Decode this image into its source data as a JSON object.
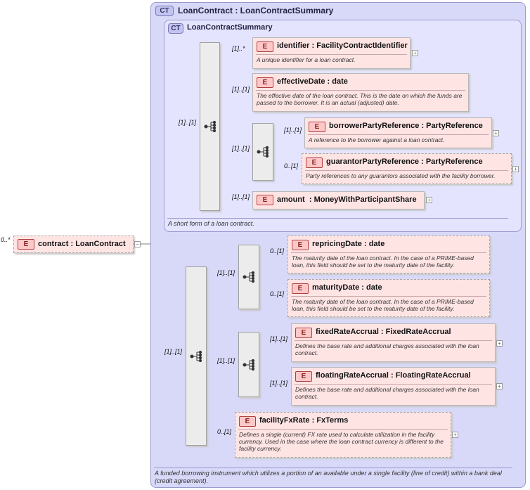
{
  "outer_type": {
    "badge": "CT",
    "title": "LoanContract : LoanContractSummary",
    "description": "A funded borrowing instrument which utilizes a portion of an available under a single facility (line of credit) within a bank deal (credit agreement)."
  },
  "inner_type": {
    "badge": "CT",
    "title": "LoanContractSummary",
    "description": "A short form of a loan contract."
  },
  "root": {
    "badge": "E",
    "name": "contract",
    "type": "LoanContract",
    "cardinality": "0..*"
  },
  "elements": {
    "identifier": {
      "badge": "E",
      "name": "identifier",
      "type": "FacilityContractIdentifier",
      "cardinality": "[1]..*",
      "description": "A unique identifier for a loan contract."
    },
    "effectiveDate": {
      "badge": "E",
      "name": "effectiveDate",
      "type": "date",
      "cardinality": "[1]..[1]",
      "description": "The effective date of the loan contract. This is the date on which the funds are passed to the borrower. It is an actual (adjusted) date."
    },
    "borrowerPartyReference": {
      "badge": "E",
      "name": "borrowerPartyReference",
      "type": "PartyReference",
      "cardinality": "[1]..[1]",
      "description": "A reference to the borrower against a loan contract."
    },
    "guarantorPartyReference": {
      "badge": "E",
      "name": "guarantorPartyReference",
      "type": "PartyReference",
      "cardinality": "0..[1]",
      "description": "Party references to any guarantors associated with the facility borrower."
    },
    "amount": {
      "badge": "E",
      "name": "amount",
      "type": "MoneyWithParticipantShare",
      "cardinality": "[1]..[1]",
      "description": ""
    },
    "repricingDate": {
      "badge": "E",
      "name": "repricingDate",
      "type": "date",
      "cardinality": "0..[1]",
      "description": "The maturity date of the loan contract. In the case of a PRIME-based loan, this field should be set to the maturity date of the facility."
    },
    "maturityDate": {
      "badge": "E",
      "name": "maturityDate",
      "type": "date",
      "cardinality": "0..[1]",
      "description": "The maturity date of the loan contract. In the case of a PRIME-based loan, this field should be set to the maturity date of the facility."
    },
    "fixedRateAccrual": {
      "badge": "E",
      "name": "fixedRateAccrual",
      "type": "FixedRateAccrual",
      "cardinality": "[1]..[1]",
      "description": "Defines the base rate and additional charges associated with the loan contract."
    },
    "floatingRateAccrual": {
      "badge": "E",
      "name": "floatingRateAccrual",
      "type": "FloatingRateAccrual",
      "cardinality": "[1]..[1]",
      "description": "Defines the base rate and additional charges associated with the loan contract."
    },
    "facilityFxRate": {
      "badge": "E",
      "name": "facilityFxRate",
      "type": "FxTerms",
      "cardinality": "0..[1]",
      "description": "Defines a single (current) FX rate used to calculate utilization in the facility currency. Used in the case where the loan contract currency is different to the facility currency."
    }
  },
  "sequences": {
    "summary_seq": {
      "cardinality": "[1]..[1]"
    },
    "party_seq": {
      "cardinality": "[1]..[1]"
    },
    "extension_seq": {
      "cardinality": "[1]..[1]"
    },
    "dates_choice": {
      "cardinality": "[1]..[1]"
    },
    "accrual_choice": {
      "cardinality": "[1]..[1]"
    }
  },
  "colors": {
    "complex_type_bg": "#d8d8f8",
    "element_bg": "#ffe4e4",
    "badge_border": "#b04040"
  }
}
